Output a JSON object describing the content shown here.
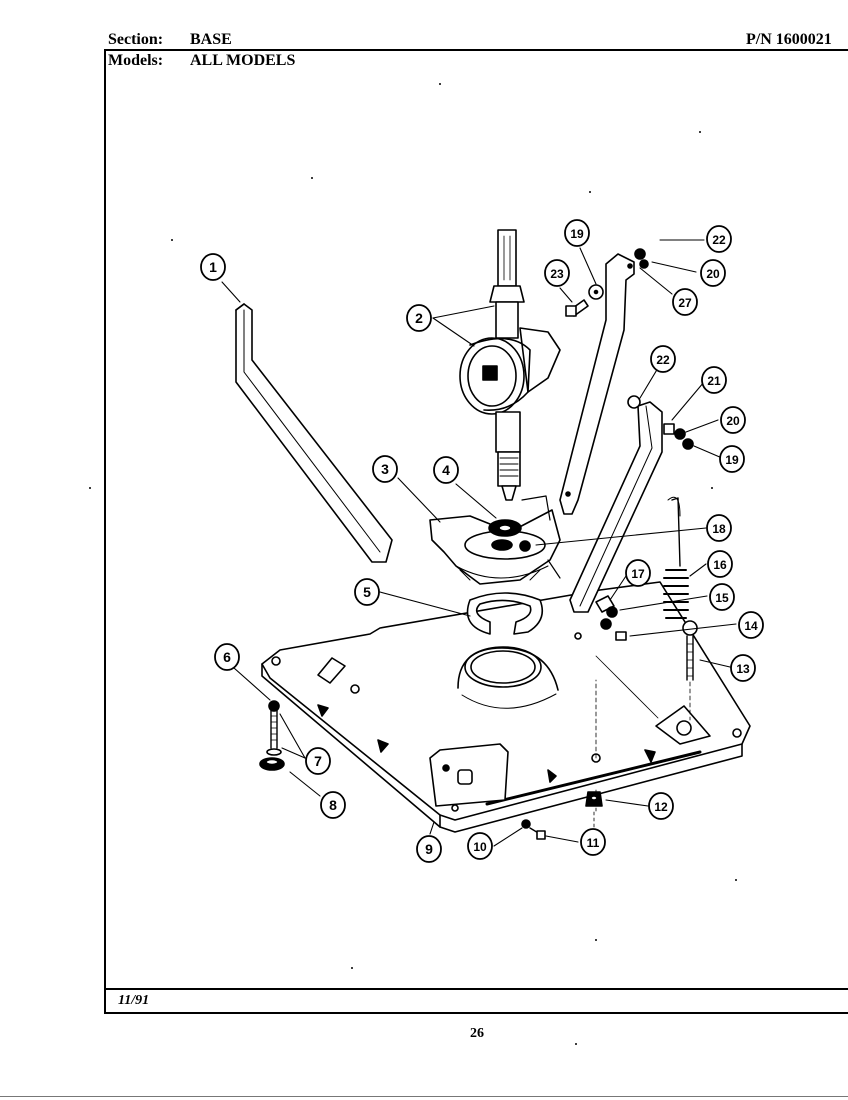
{
  "header": {
    "section_label": "Section:",
    "section_value": "BASE",
    "models_label": "Models:",
    "models_value": "ALL MODELS",
    "part_number": "P/N 1600021"
  },
  "footer": {
    "date": "11/91",
    "page_number": "26"
  },
  "callouts": [
    "1",
    "2",
    "3",
    "4",
    "5",
    "6",
    "7",
    "8",
    "9",
    "10",
    "11",
    "12",
    "13",
    "14",
    "15",
    "16",
    "17",
    "18",
    "19",
    "20",
    "21",
    "22",
    "23",
    "27",
    "22",
    "20",
    "19"
  ]
}
